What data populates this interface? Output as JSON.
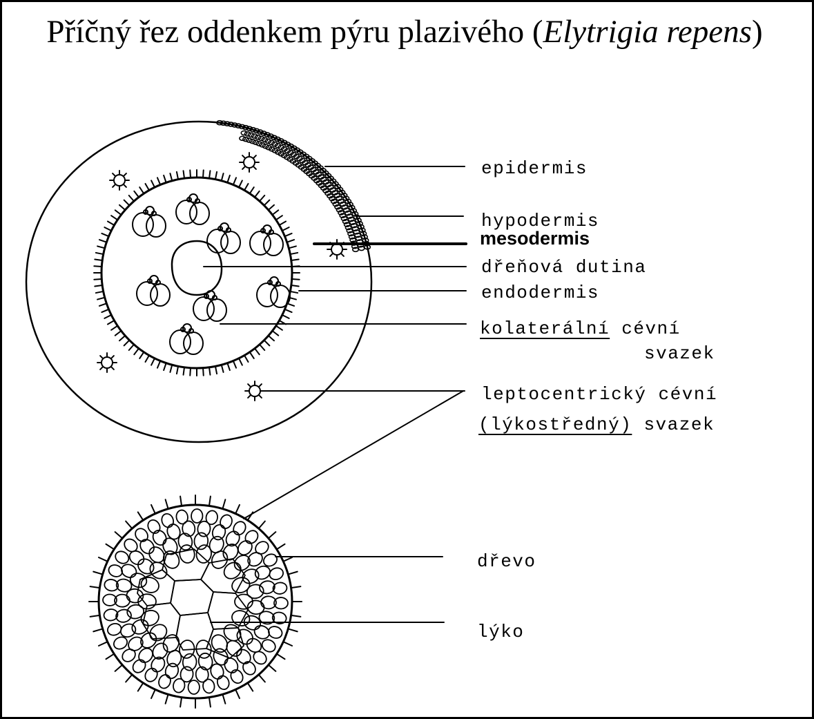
{
  "title": {
    "text": "Příčný řez oddenkem pýru plazivého (",
    "latin": "Elytrigia repens",
    "close": ")"
  },
  "labels": {
    "epidermis": "epidermis",
    "hypodermis": "hypodermis",
    "mesodermis": "mesodermis",
    "drenova_dutina": "dřeňová dutina",
    "endodermis": "endodermis",
    "kolateralni_1": "kolaterální",
    "kolateralni_2": " cévní",
    "kolateralni_3": "svazek",
    "leptocentricky_1": "leptocentrický cévní",
    "leptocentricky_2": "(lýkostředný)",
    "leptocentricky_3": " svazek",
    "drevo": "dřevo",
    "lyko": "lýko"
  },
  "colors": {
    "ink": "#000000",
    "paper": "#ffffff"
  }
}
